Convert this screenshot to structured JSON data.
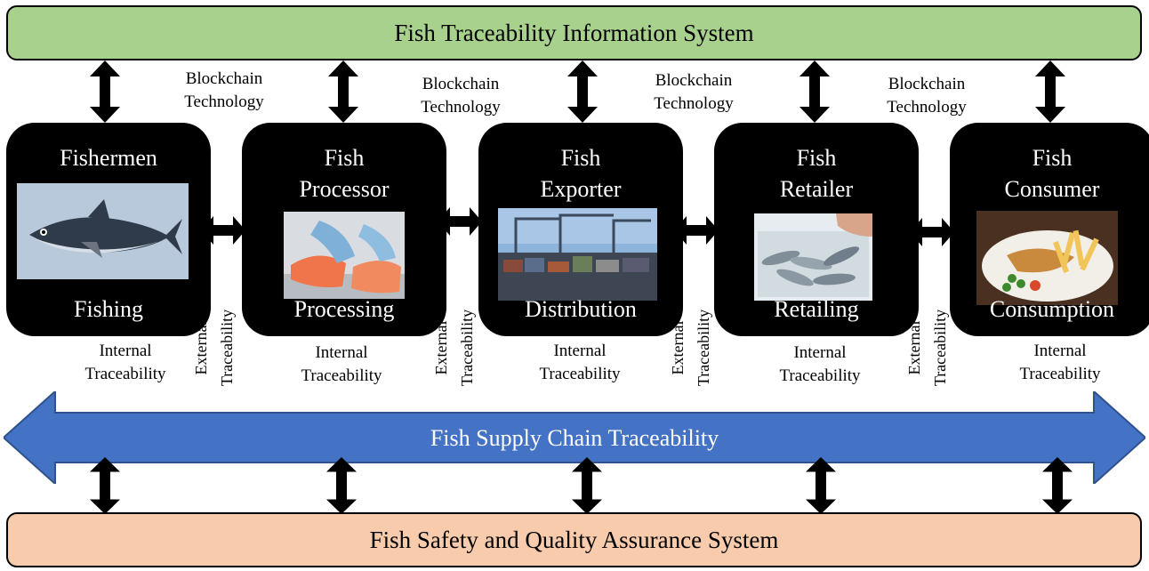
{
  "top_system": "Fish Traceability Information System",
  "bottom_system": "Fish Safety and Quality Assurance System",
  "supply_chain": "Fish Supply Chain Traceability",
  "blockchain_label": "Blockchain\nTechnology",
  "internal_label": "Internal\nTraceability",
  "external_label": "External\nTraceability",
  "stages": [
    {
      "name": "Fishermen",
      "activity": "Fishing",
      "image": "tuna-fish-image"
    },
    {
      "name": "Fish\nProcessor",
      "activity": "Processing",
      "image": "salmon-fillet-image"
    },
    {
      "name": "Fish\nExporter",
      "activity": "Distribution",
      "image": "container-port-image"
    },
    {
      "name": "Fish\nRetailer",
      "activity": "Retailing",
      "image": "fish-crate-image"
    },
    {
      "name": "Fish\nConsumer",
      "activity": "Consumption",
      "image": "fish-and-chips-image"
    }
  ],
  "colors": {
    "top_fill": "#a9d18e",
    "bottom_fill": "#f8cbad",
    "arrow_fill": "#4472c4",
    "stage_fill": "#000000"
  }
}
